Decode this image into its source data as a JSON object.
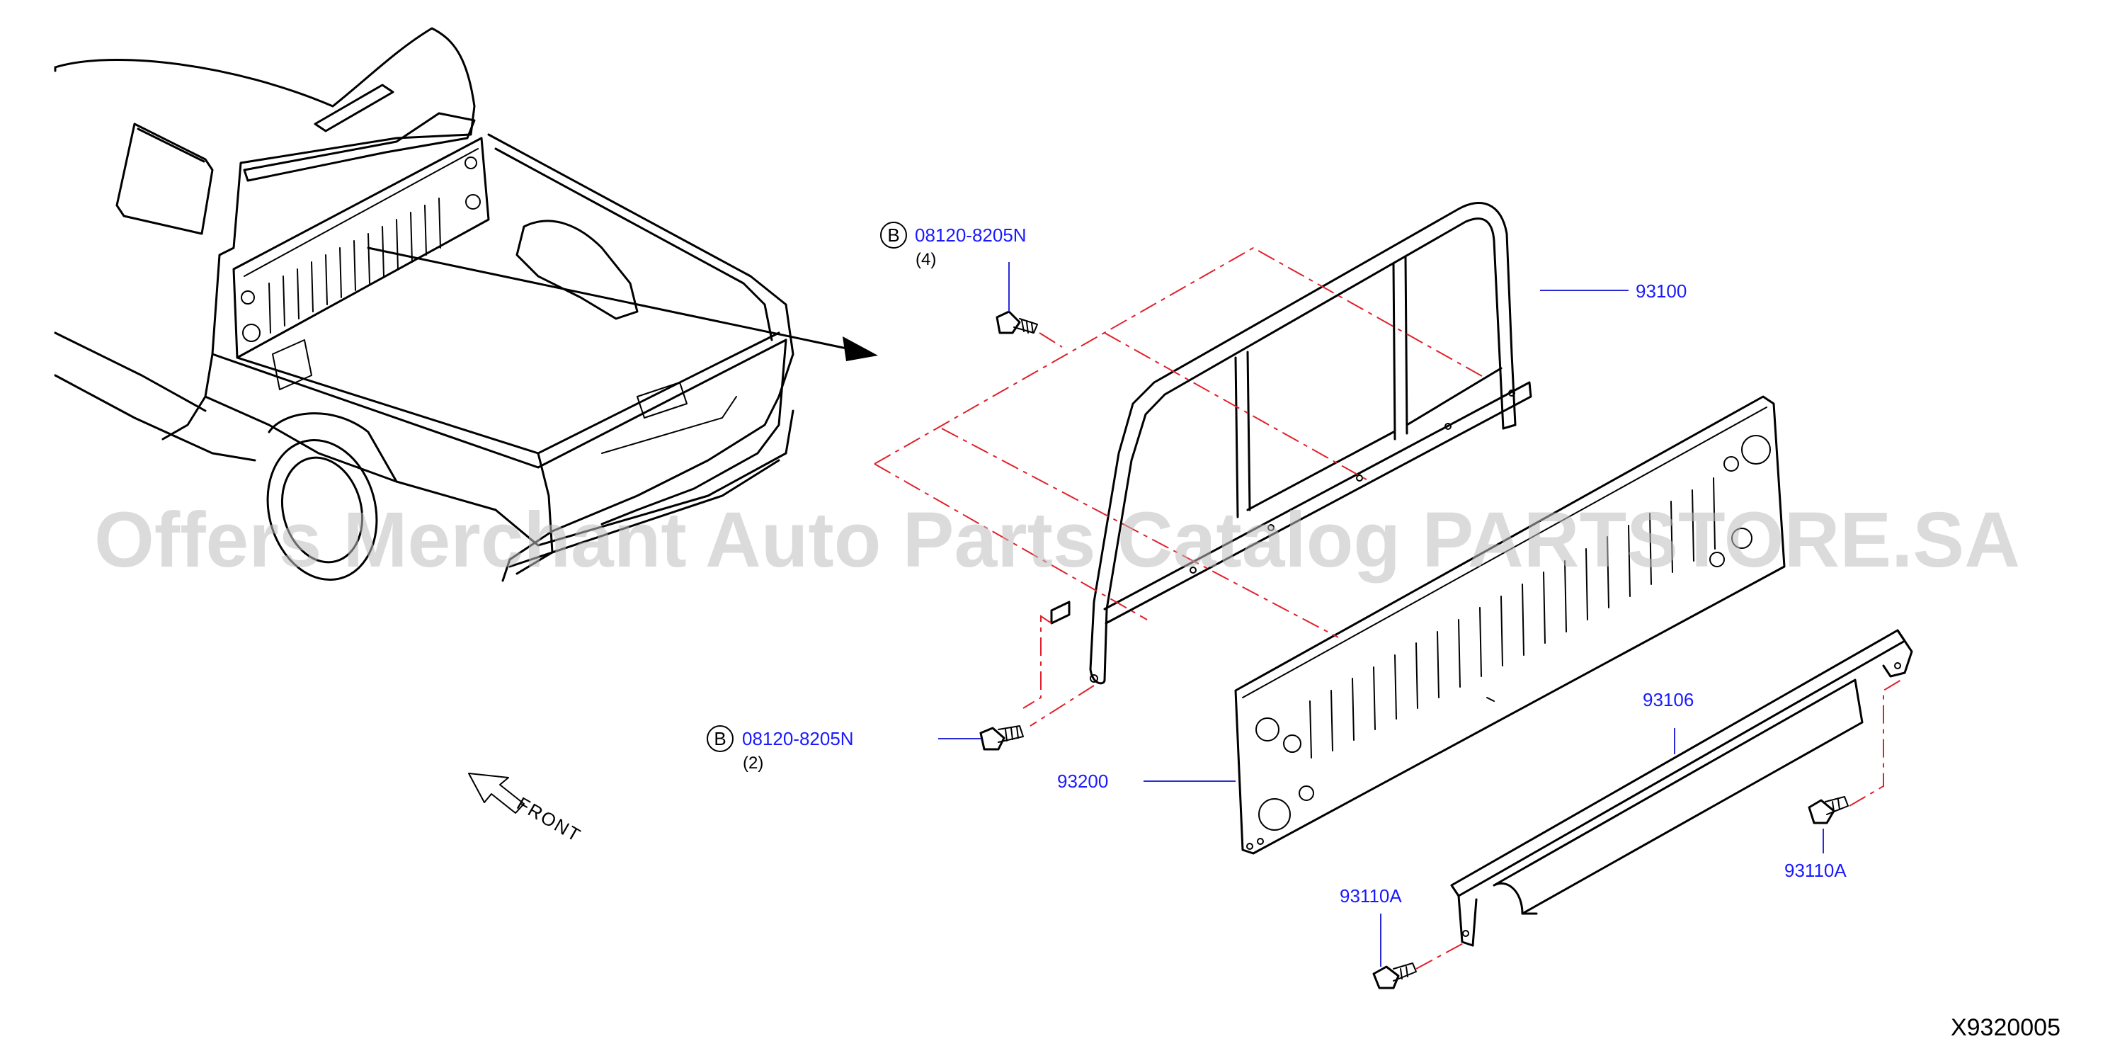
{
  "diagram": {
    "code": "X9320005",
    "watermark": "Offers Merchant Auto Parts Catalog PARTSTORE.SA",
    "front_label": "FRONT",
    "bolt_symbol": "B",
    "parts": [
      {
        "id": "upper-bolt",
        "label": "08120-8205N",
        "qty": "(4)"
      },
      {
        "id": "lower-bolt",
        "label": "08120-8205N",
        "qty": "(2)"
      },
      {
        "id": "frame",
        "label": "93100"
      },
      {
        "id": "panel",
        "label": "93200"
      },
      {
        "id": "bracket",
        "label": "93106"
      },
      {
        "id": "clip-left",
        "label": "93110A"
      },
      {
        "id": "clip-right",
        "label": "93110A"
      }
    ]
  }
}
